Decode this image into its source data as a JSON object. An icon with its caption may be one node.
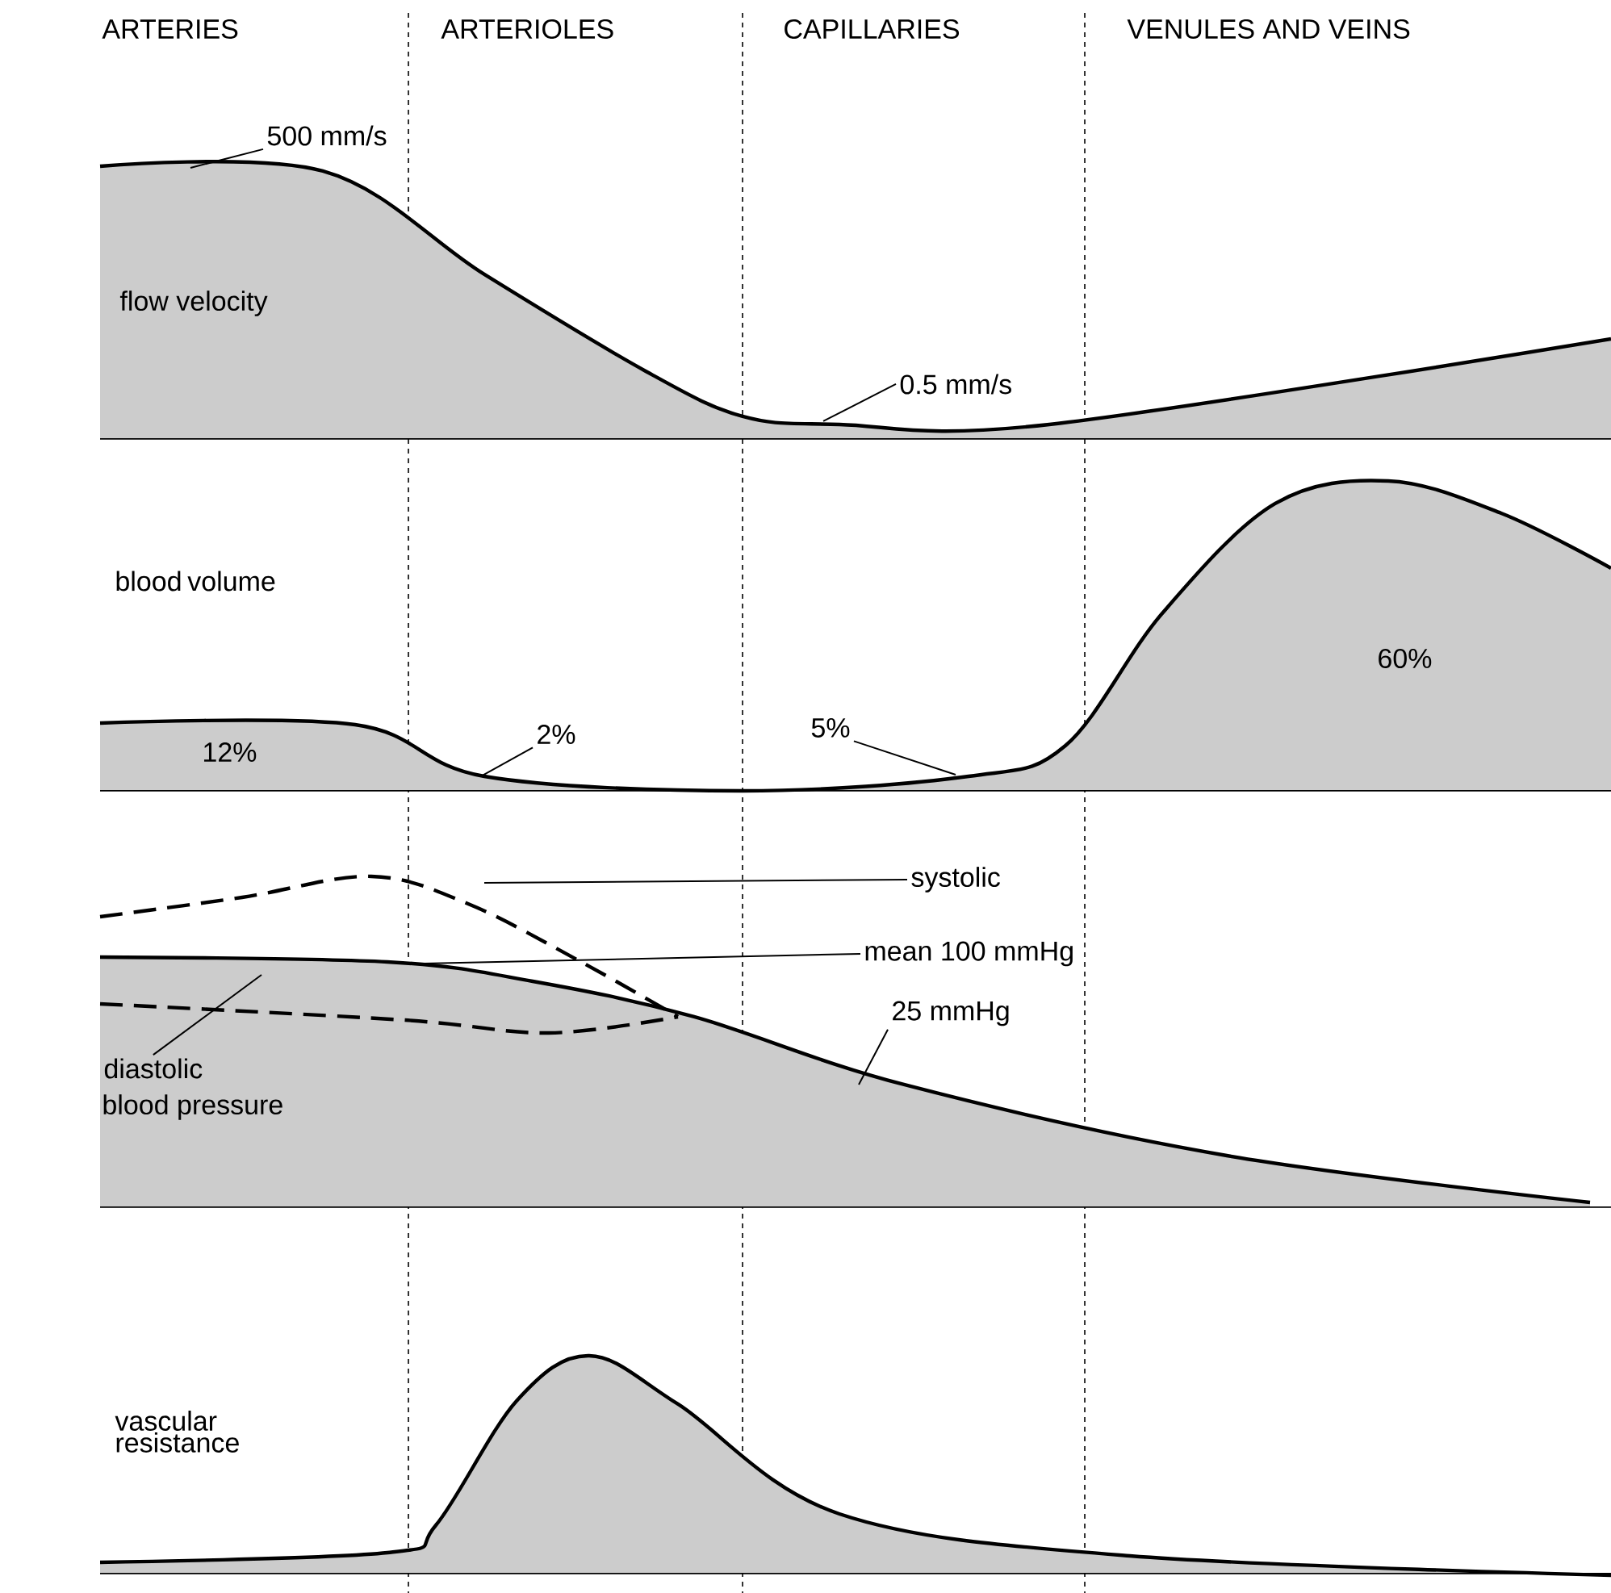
{
  "diagram": {
    "nodes": [
      {
        "text": [
          "500 mm/s"
        ]
      },
      {
        "text": [
          "0.5 mm/s"
        ]
      },
      {
        "text": [
          "2%"
        ]
      },
      {
        "text": [
          "5%"
        ]
      },
      {
        "text": [
          "systolic"
        ]
      },
      {
        "text": [
          "mean 100 mmHg"
        ]
      },
      {
        "text": [
          "diastolic"
        ]
      },
      {
        "text": [
          "25 mmHg"
        ]
      }
    ],
    "edges": [
      {
        "from": 0,
        "to": null,
        "arrow": "none"
      },
      {
        "from": 1,
        "to": null,
        "arrow": "none"
      },
      {
        "from": 2,
        "to": null,
        "arrow": "none"
      },
      {
        "from": 3,
        "to": null,
        "arrow": "none"
      },
      {
        "from": 4,
        "to": null,
        "arrow": "none"
      },
      {
        "from": 5,
        "to": null,
        "arrow": "none"
      },
      {
        "from": 6,
        "to": null,
        "arrow": "none"
      },
      {
        "from": 7,
        "to": null,
        "arrow": "none"
      }
    ],
    "labels": [
      "ARTERIES",
      "ARTERIOLES",
      "CAPILLARIES",
      "VENULES AND VEINS",
      "flow velocity",
      "blood volume",
      "12%",
      "60%",
      "blood pressure",
      "vascular resistance"
    ]
  }
}
